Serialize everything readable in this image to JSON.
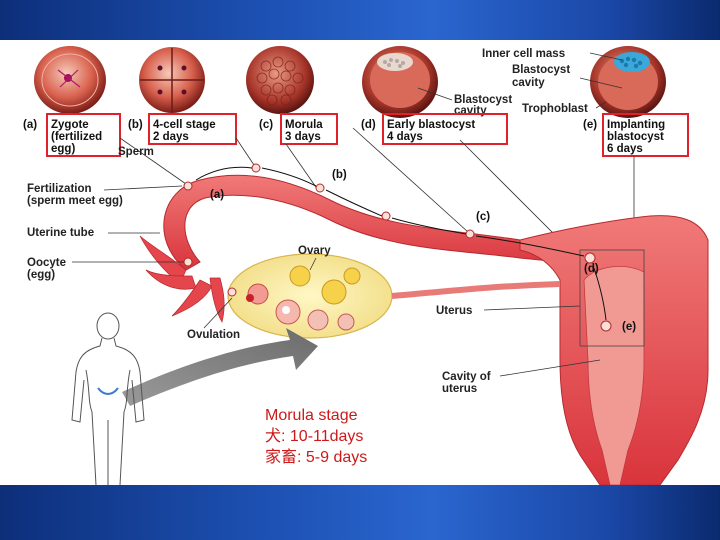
{
  "stages": [
    {
      "tag": "(a)",
      "line1": "Zygote",
      "line2": "(fertilized",
      "line3": "egg)"
    },
    {
      "tag": "(b)",
      "line1": "4-cell stage",
      "line2": "2 days"
    },
    {
      "tag": "(c)",
      "line1": "Morula",
      "line2": "3 days"
    },
    {
      "tag": "(d)",
      "line1": "Early blastocyst",
      "line2": "4 days"
    },
    {
      "tag": "(e)",
      "line1": "Implanting",
      "line2": "blastocyst",
      "line3": "6 days"
    }
  ],
  "labels": {
    "inner_cell_mass": "Inner cell mass",
    "blastocyst_cavity_right_1": "Blastocyst",
    "blastocyst_cavity_right_2": "cavity",
    "blastocyst_cavity_left_1": "Blastocyst",
    "blastocyst_cavity_left_2": "cavity",
    "trophoblast": "Trophoblast",
    "sperm": "Sperm",
    "fertilization_1": "Fertilization",
    "fertilization_2": "(sperm meet egg)",
    "uterine_tube": "Uterine tube",
    "oocyte_1": "Oocyte",
    "oocyte_2": "(egg)",
    "ovary": "Ovary",
    "ovulation": "Ovulation",
    "uterus": "Uterus",
    "cavity_of_uterus_1": "Cavity of",
    "cavity_of_uterus_2": "uterus"
  },
  "path_tags": {
    "a": "(a)",
    "b": "(b)",
    "c": "(c)",
    "d": "(d)",
    "e": "(e)"
  },
  "note": {
    "line1": "Morula stage",
    "line2": "犬: 10-11days",
    "line3": "家畜: 5-9 days"
  },
  "colors": {
    "band": "#1c4fb0",
    "highlight_box": "#e0202a",
    "tissue": "#e0424a",
    "note_text": "#cc1a1a"
  }
}
